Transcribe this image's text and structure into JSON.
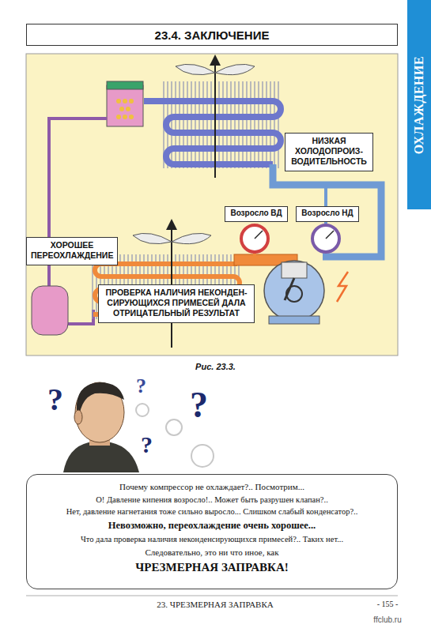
{
  "diagram": {
    "title": "23.4. ЗАКЛЮЧЕНИЕ",
    "caption": "Рис. 23.3.",
    "nodes": [
      {
        "text": [
          "ОХЛАЖДЕНИЕ"
        ]
      },
      {
        "text": [
          "НИЗКАЯ ХОЛОДОПРОИЗ- ВОДИТЕЛЬНОСТЬ"
        ]
      },
      {
        "text": [
          "Возросло ВД"
        ]
      },
      {
        "text": [
          "Возросло НД"
        ]
      },
      {
        "text": [
          "ХОРОШЕЕ ПЕРЕОХЛАЖДЕНИЕ"
        ]
      },
      {
        "text": [
          "ПРОВЕРКА НАЛИЧИЯ НЕКОНДЕН- СИРУЮЩИХСЯ ПРИМЕСЕЙ ДАЛА ОТРИЦАТЕЛЬНЫЙ РЕЗУЛЬТАТ"
        ]
      },
      {
        "text": [
          "Почему компрессор не охлаждает?.. Посмотрим...",
          "О! Давление кипения возросло!.. Может быть разрушен клапан?..",
          "Нет, давление нагнетания тоже сильно выросло... Слишком слабый конденсатор?..",
          "Невозможно, переохлаждение очень хорошее...",
          "Что дала проверка наличия неконденсирующихся примесей?.. Таких нет...",
          "Следовательно, это ни что иное, как",
          "ЧРЕЗМЕРНАЯ ЗАПРАВКА!"
        ]
      }
    ],
    "labels": [
      "?",
      "?",
      "?",
      "?",
      "23. ЧРЕЗМЕРНАЯ ЗАПРАВКА",
      "- 155 -",
      "ffclub.ru"
    ]
  }
}
